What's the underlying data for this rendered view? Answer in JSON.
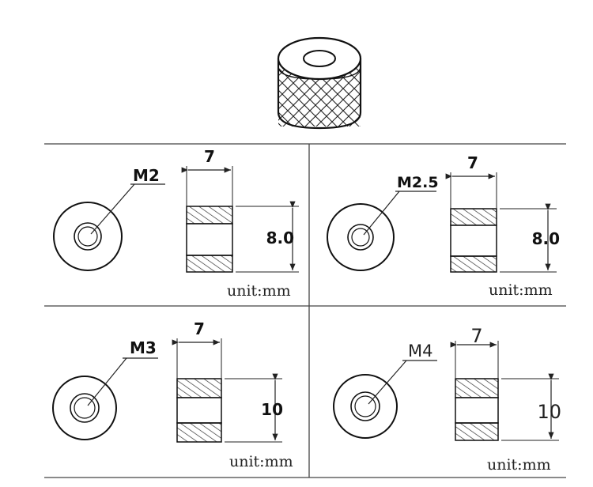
{
  "panels": [
    {
      "thread": "M2",
      "width": "7",
      "height": "8.0",
      "unit": "unit:mm"
    },
    {
      "thread": "M2.5",
      "width": "7",
      "height": "8.0",
      "unit": "unit:mm"
    },
    {
      "thread": "M3",
      "width": "7",
      "height": "10",
      "unit": "unit:mm"
    },
    {
      "thread": "M4",
      "width": "7",
      "height": "10",
      "unit": "unit:mm"
    }
  ]
}
